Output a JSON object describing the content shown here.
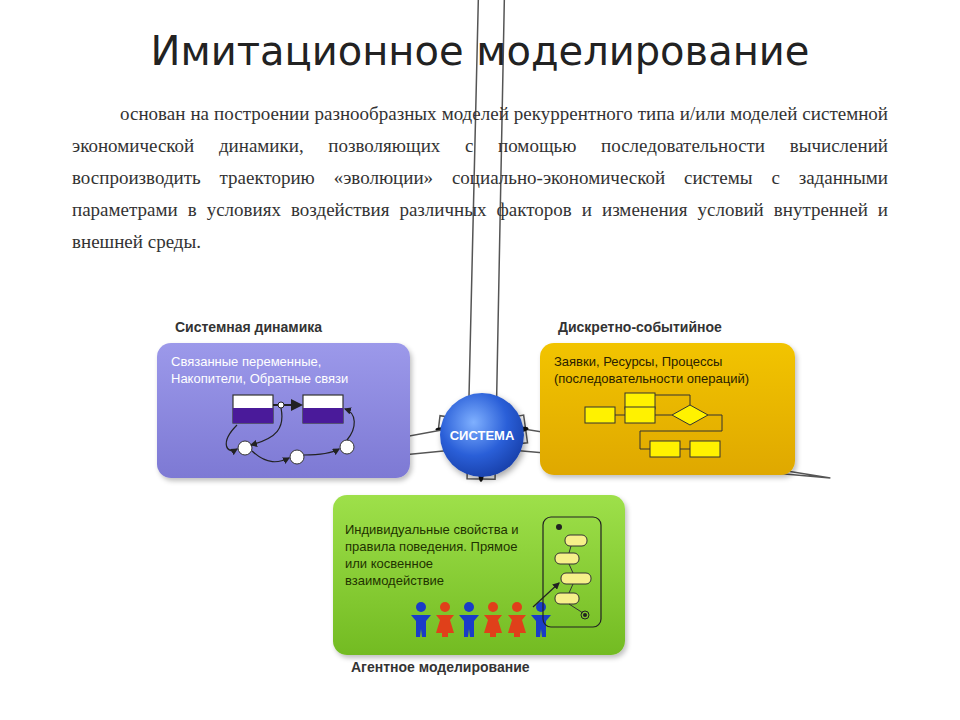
{
  "diagram": {
    "title": "Имитационное моделирование",
    "nodes": [
      {
        "text": [
          "Системная динамика",
          "Связанные переменные, Накопители, Обратные связи"
        ]
      },
      {
        "text": [
          "Дискретно-событийное",
          "Заявки, Ресурсы, Процессы (последовательности операций)"
        ]
      },
      {
        "text": [
          "СИСТЕМА"
        ]
      },
      {
        "text": [
          "Индивидуальные свойства и правила поведения. Прямое или косвенное взаимодействие",
          "Агентное моделирование"
        ]
      }
    ],
    "edges": [
      {
        "from": 2,
        "to": 0,
        "arrow": "to"
      },
      {
        "from": 2,
        "to": 1,
        "arrow": "to"
      },
      {
        "from": 2,
        "to": 3,
        "arrow": "to"
      }
    ],
    "labels": [
      "основан на построении разнообразных моделей рекуррентного типа и/или моделей системной экономической динамики, позволяющих с помощью последовательности вычислений воспроизводить траекторию «эволюции» социально-экономической системы с заданными параметрами в условиях воздействия различных факторов и изменения условий внутренней и внешней среды."
    ]
  }
}
